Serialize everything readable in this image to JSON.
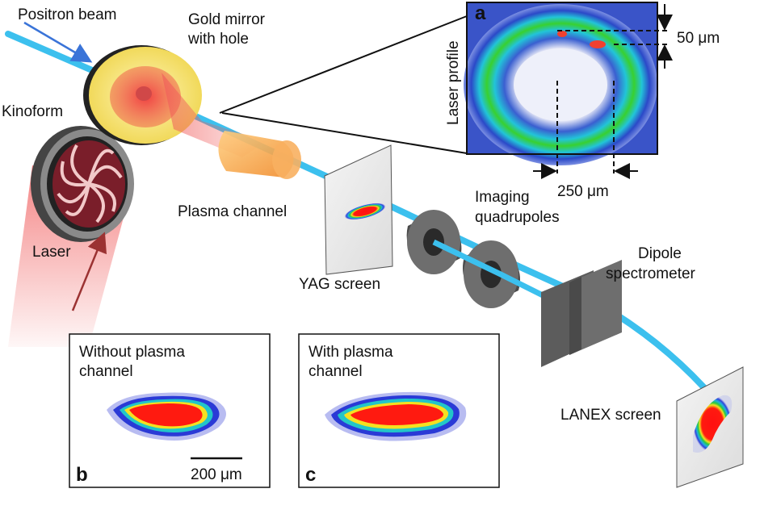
{
  "labels": {
    "positron_beam": "Positron beam",
    "gold_mirror_1": "Gold mirror",
    "gold_mirror_2": "with hole",
    "kinoform": "Kinoform",
    "laser": "Laser",
    "plasma_channel": "Plasma channel",
    "yag_screen": "YAG screen",
    "imaging_quadrupoles_1": "Imaging",
    "imaging_quadrupoles_2": "quadrupoles",
    "dipole_spectrometer_1": "Dipole",
    "dipole_spectrometer_2": "spectrometer",
    "lanex_screen": "LANEX screen"
  },
  "panel_a": {
    "letter": "a",
    "side_label": "Laser profile",
    "dim_50": "50 μm",
    "dim_250": "250 μm"
  },
  "panel_b": {
    "letter": "b",
    "title_1": "Without plasma",
    "title_2": "channel",
    "scalebar": "200 μm"
  },
  "panel_c": {
    "letter": "c",
    "title_1": "With plasma",
    "title_2": "channel"
  },
  "colors": {
    "beam": "#3cc0ee",
    "laser": "#f06060",
    "gold": "#f4e27a",
    "plasma": "#f7a848",
    "magnet": "#6e6e6e",
    "arrow_positron": "#3a74d8",
    "arrow_laser": "#9b3232"
  }
}
